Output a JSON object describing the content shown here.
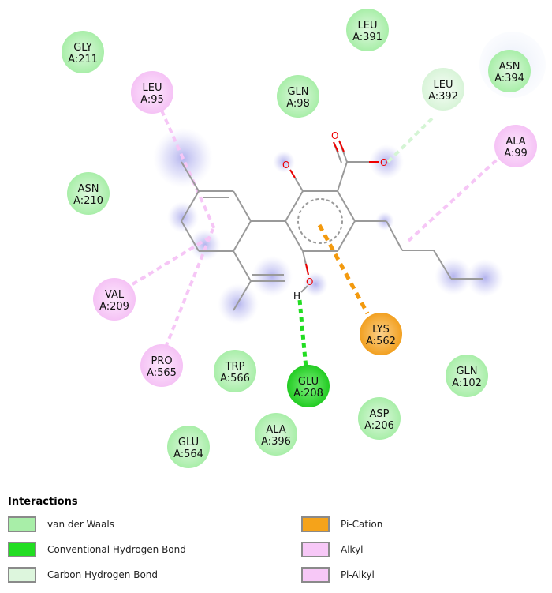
{
  "residues": [
    {
      "id": "gly211",
      "name": "GLY",
      "num": "A:211",
      "type": "vdw"
    },
    {
      "id": "leu391",
      "name": "LEU",
      "num": "A:391",
      "type": "vdw"
    },
    {
      "id": "asn394",
      "name": "ASN",
      "num": "A:394",
      "type": "vdw"
    },
    {
      "id": "leu95",
      "name": "LEU",
      "num": "A:95",
      "type": "pialkyl"
    },
    {
      "id": "gln98",
      "name": "GLN",
      "num": "A:98",
      "type": "vdw"
    },
    {
      "id": "leu392",
      "name": "LEU",
      "num": "A:392",
      "type": "chb"
    },
    {
      "id": "ala99",
      "name": "ALA",
      "num": "A:99",
      "type": "alkyl"
    },
    {
      "id": "asn210",
      "name": "ASN",
      "num": "A:210",
      "type": "vdw"
    },
    {
      "id": "val209",
      "name": "VAL",
      "num": "A:209",
      "type": "alkyl"
    },
    {
      "id": "lys562",
      "name": "LYS",
      "num": "A:562",
      "type": "pication"
    },
    {
      "id": "pro565",
      "name": "PRO",
      "num": "A:565",
      "type": "alkyl"
    },
    {
      "id": "trp566",
      "name": "TRP",
      "num": "A:566",
      "type": "vdw"
    },
    {
      "id": "glu208",
      "name": "GLU",
      "num": "A:208",
      "type": "hbond"
    },
    {
      "id": "gln102",
      "name": "GLN",
      "num": "A:102",
      "type": "vdw"
    },
    {
      "id": "asp206",
      "name": "ASP",
      "num": "A:206",
      "type": "vdw"
    },
    {
      "id": "ala396",
      "name": "ALA",
      "num": "A:396",
      "type": "vdw"
    },
    {
      "id": "glu564",
      "name": "GLU",
      "num": "A:564",
      "type": "vdw"
    }
  ],
  "atom_labels": {
    "o_carbonyl": "O",
    "o_acid": "O",
    "o_phenol_top": "O",
    "o_phenol_bottom": "O",
    "h": "H"
  },
  "colors": {
    "vdw": "#a8eea8",
    "hbond": "#22dd22",
    "chb": "#ddf6dd",
    "pication": "#f5a31a",
    "alkyl": "#f7c8f7",
    "pialkyl": "#f7c8f7",
    "oxygen": "#ee0000",
    "bond": "#9a9a9a",
    "solvent": "#b8b8f0"
  },
  "legend": {
    "title": "Interactions",
    "items": [
      {
        "label": "van der Waals",
        "color": "#a8eea8"
      },
      {
        "label": "Conventional Hydrogen Bond",
        "color": "#22dd22"
      },
      {
        "label": "Carbon Hydrogen Bond",
        "color": "#ddf6dd"
      },
      {
        "label": "Pi-Cation",
        "color": "#f5a31a"
      },
      {
        "label": "Alkyl",
        "color": "#f7c8f7"
      },
      {
        "label": "Pi-Alkyl",
        "color": "#f7c8f7"
      }
    ]
  }
}
